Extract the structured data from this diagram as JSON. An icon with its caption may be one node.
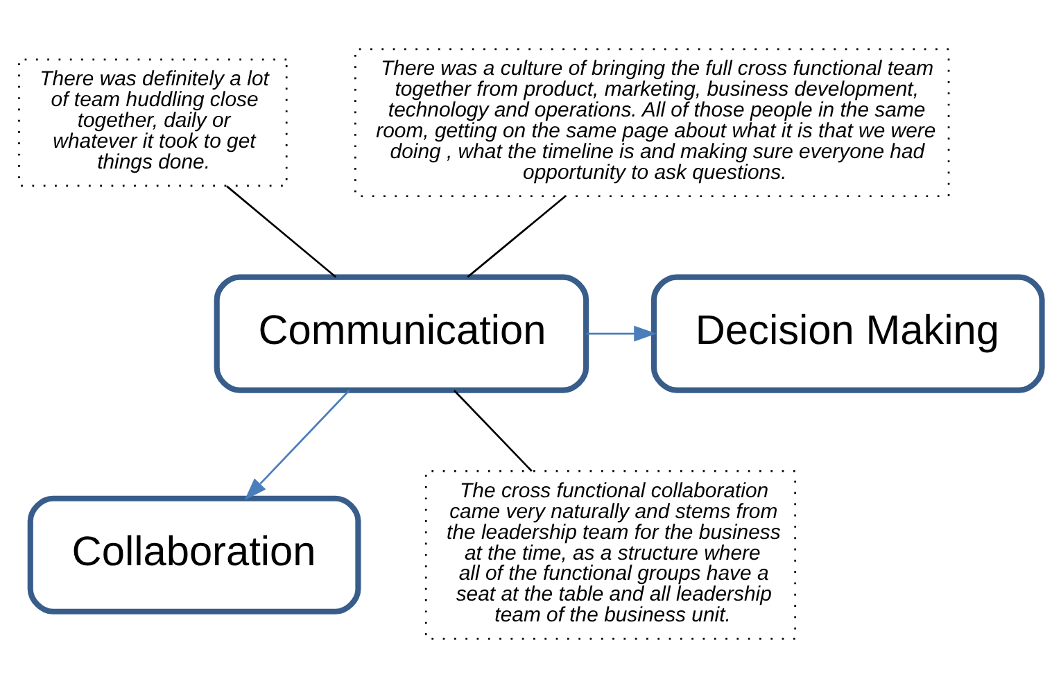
{
  "diagram": {
    "nodes": [
      {
        "text": [
          "There was definitely a lot of team huddling close together, daily or whatever it took to get things done."
        ]
      },
      {
        "text": [
          "There was a culture of bringing the full cross functional team together from product, marketing, business development, technology and operations. All of those people in the same room, getting on the same page about what it is that we were doing , what the timeline is and making sure everyone had opportunity to ask questions."
        ]
      },
      {
        "text": [
          "Communication"
        ]
      },
      {
        "text": [
          "Decision Making"
        ]
      },
      {
        "text": [
          "Collaboration"
        ]
      },
      {
        "text": [
          "The cross functional collaboration came very naturally and stems from the leadership team for the business at the time, as a structure where all of the functional groups have a seat at the table and all leadership team of the business unit."
        ]
      }
    ],
    "edges": [
      {
        "from": 2,
        "to": 0,
        "arrow": "none"
      },
      {
        "from": 2,
        "to": 1,
        "arrow": "none"
      },
      {
        "from": 2,
        "to": 3,
        "arrow": "to",
        "color": "#4a7ebb"
      },
      {
        "from": 2,
        "to": 4,
        "arrow": "to",
        "color": "#4a7ebb"
      },
      {
        "from": 2,
        "to": 5,
        "arrow": "none"
      }
    ]
  }
}
